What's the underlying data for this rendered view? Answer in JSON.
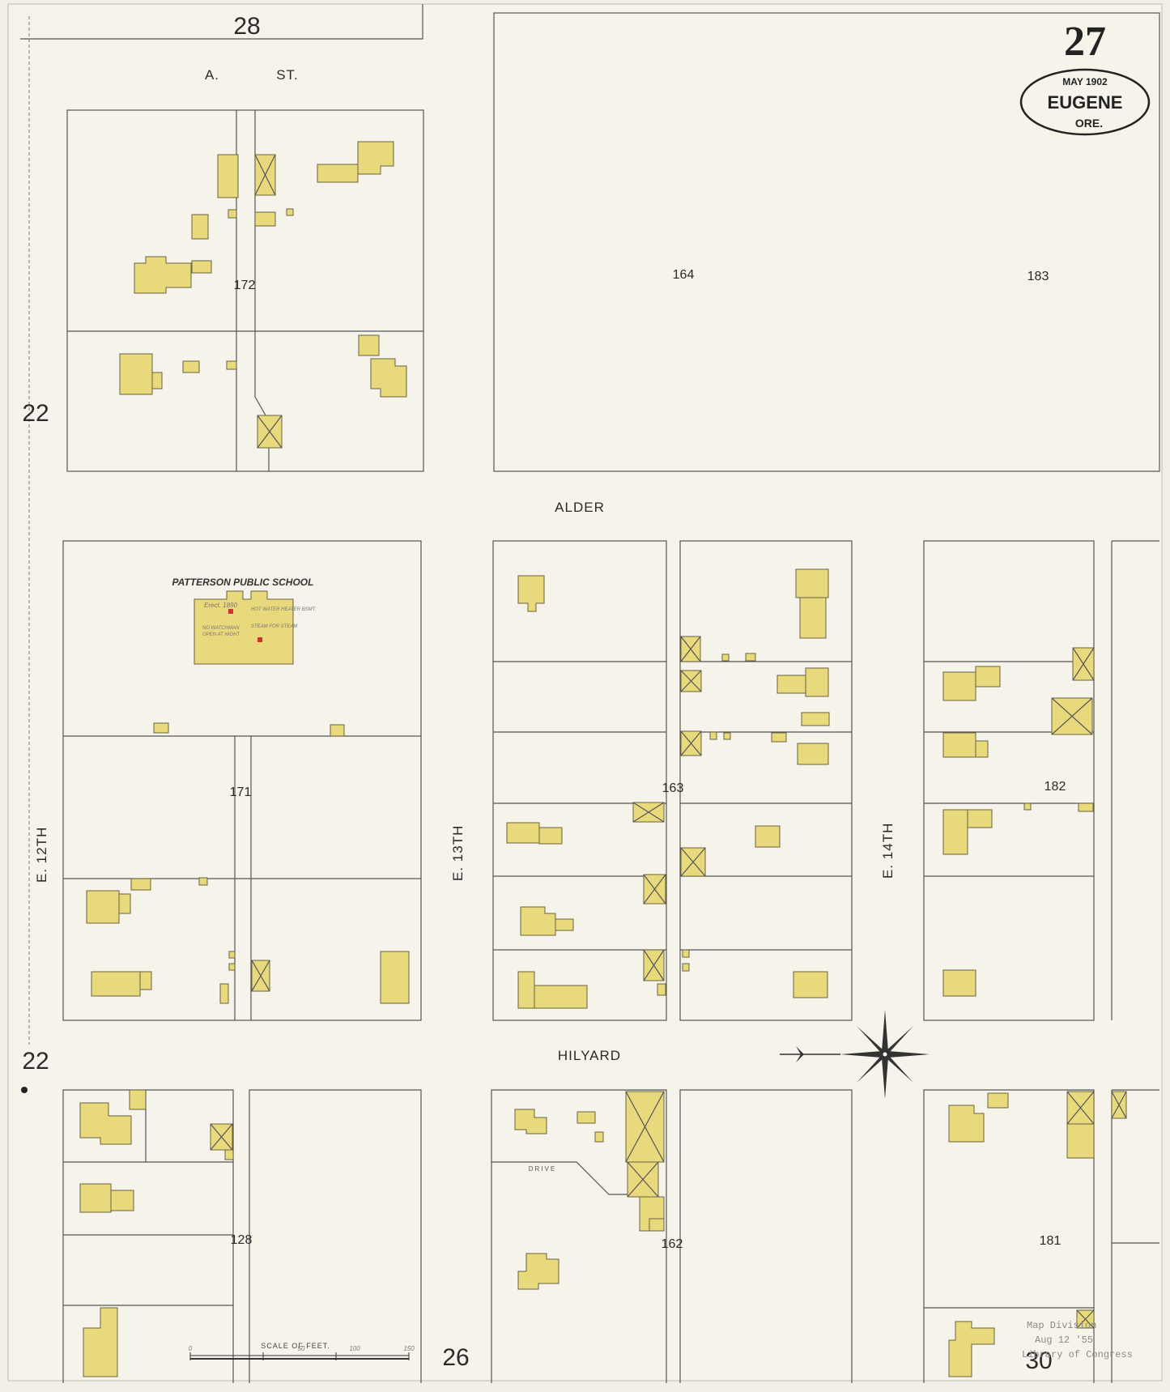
{
  "map": {
    "page_number": "27",
    "cartouche": {
      "date": "MAY 1902",
      "city": "EUGENE",
      "state": "ORE."
    },
    "adjoining_sheets": {
      "top": "28",
      "left_a": "22",
      "left_b": "22",
      "bottom_a": "26",
      "bottom_b": "30"
    },
    "streets": {
      "a_st_1": "A.",
      "a_st_2": "ST.",
      "alder": "ALDER",
      "hilyard": "HILYARD",
      "e12": "E. 12TH",
      "e13": "E. 13TH",
      "e14": "E. 14TH"
    },
    "blocks": [
      "172",
      "164",
      "183",
      "171",
      "163",
      "182",
      "128",
      "162",
      "181"
    ],
    "school": {
      "name": "PATTERSON PUBLIC SCHOOL",
      "notes": [
        "Erect. 1890",
        "HOT WATER HEATER BSMT.",
        "NO WATCHMAN",
        "OPEN AT NIGHT",
        "STEAM FOR STEAM"
      ]
    },
    "labels": {
      "drive": "DRIVE",
      "scale": "SCALE OF FEET."
    },
    "scale_ticks": [
      "0",
      "50",
      "100",
      "150"
    ],
    "stamp": [
      "Map Division",
      "Aug 12 '55",
      "Library of Congress"
    ]
  }
}
